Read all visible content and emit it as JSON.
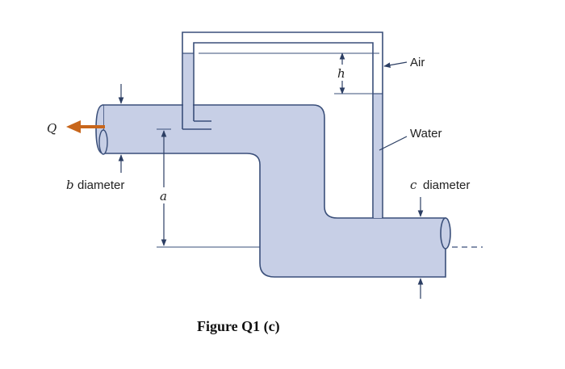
{
  "diagram": {
    "colors": {
      "water_fill": "#c7cfe6",
      "outline": "#3a4f7a",
      "flow_arrow": "#c8661b",
      "dim_line": "#2c3e63"
    },
    "labels": {
      "flow": "Q",
      "inlet_diameter_letter": "b",
      "inlet_diameter_word": "diameter",
      "outlet_diameter_letter": "c",
      "outlet_diameter_word": "diameter",
      "elevation": "a",
      "manometer_height": "h",
      "air": "Air",
      "water": "Water"
    },
    "caption": "Figure Q1 (c)"
  }
}
